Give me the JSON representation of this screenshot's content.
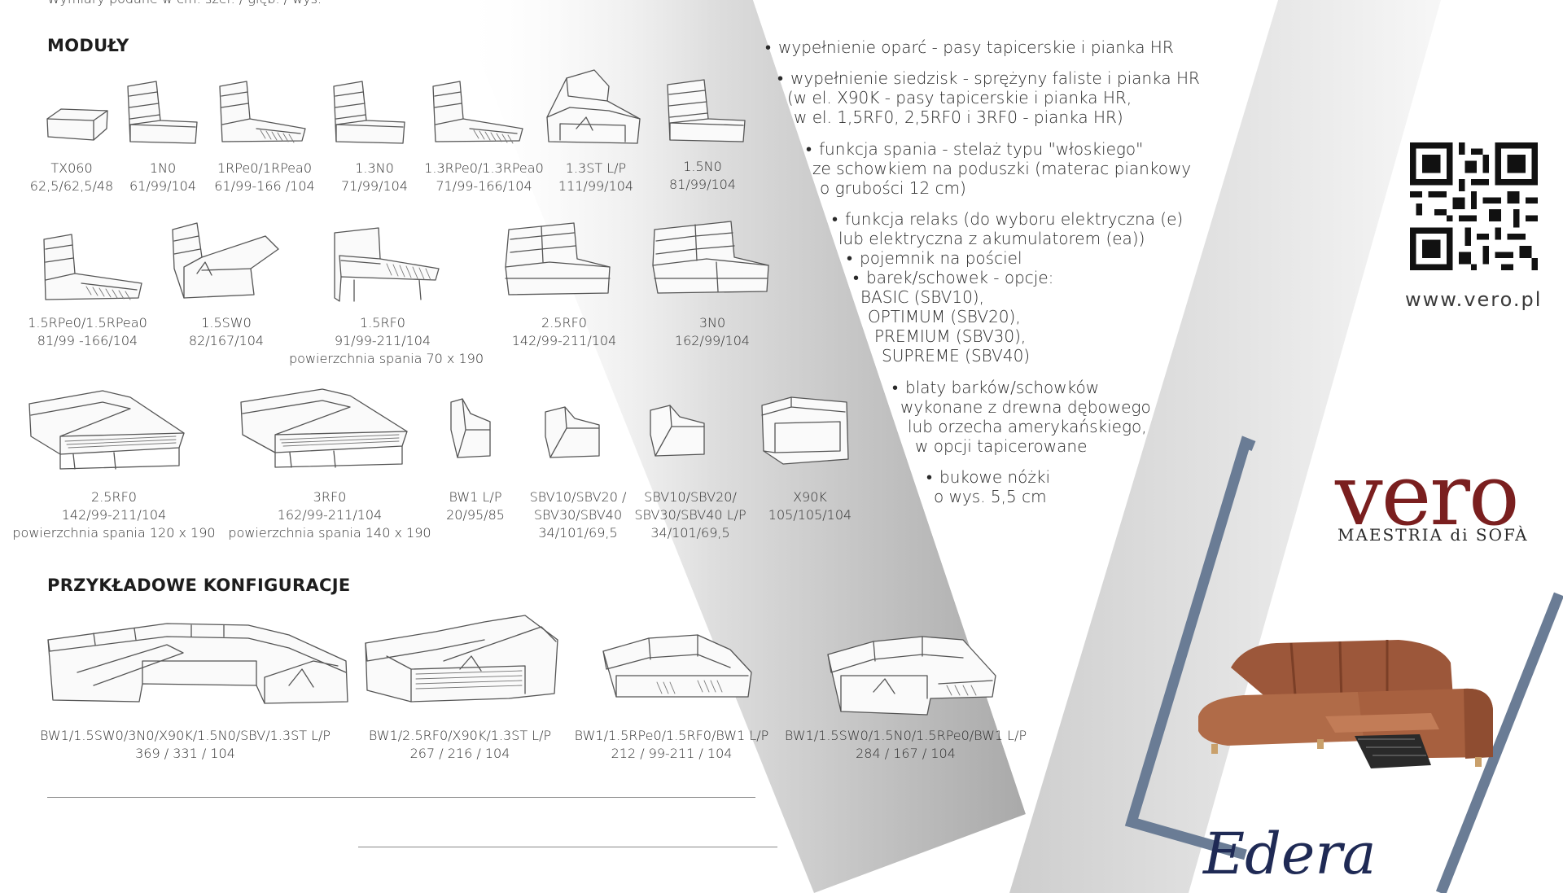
{
  "top_note": "Wymiary podane w cm: szer. / głęb. / wys.",
  "headings": {
    "modules": "MODUŁY",
    "configs": "PRZYKŁADOWE KONFIGURACJE"
  },
  "modules_row1": [
    {
      "code": "TX060",
      "dims": "62,5/62,5/48",
      "icon": "ottoman-icon"
    },
    {
      "code": "1N0",
      "dims": "61/99/104",
      "icon": "armless-seat-icon"
    },
    {
      "code": "1RPe0/1RPea0",
      "dims": "61/99-166 /104",
      "icon": "recliner-seat-icon"
    },
    {
      "code": "1.3N0",
      "dims": "71/99/104",
      "icon": "armless-seat-icon"
    },
    {
      "code": "1.3RPe0/1.3RPea0",
      "dims": "71/99-166/104",
      "icon": "recliner-seat-icon"
    },
    {
      "code": "1.3ST L/P",
      "dims": "111/99/104",
      "icon": "storage-seat-icon"
    },
    {
      "code": "1.5N0",
      "dims": "81/99/104",
      "icon": "armless-seat-icon"
    }
  ],
  "modules_row2": [
    {
      "code": "1.5RPe0/1.5RPea0",
      "dims": "81/99 -166/104",
      "icon": "recliner-seat-icon"
    },
    {
      "code": "1.5SW0",
      "dims": "82/167/104",
      "icon": "chaise-storage-icon"
    },
    {
      "code": "1.5RF0",
      "dims": "91/99-211/104",
      "extra": "powierzchnia spania 70 x 190",
      "icon": "sofa-bed-icon"
    },
    {
      "code": "2.5RF0",
      "dims": "142/99-211/104",
      "icon": "two-seat-icon"
    },
    {
      "code": "3N0",
      "dims": "162/99/104",
      "icon": "three-seat-icon"
    }
  ],
  "modules_row3": [
    {
      "code": "2.5RF0",
      "dims": "142/99-211/104",
      "extra": "powierzchnia spania 120 x 190",
      "icon": "bed-open-icon"
    },
    {
      "code": "3RF0",
      "dims": "162/99-211/104",
      "extra": "powierzchnia spania 140 x 190",
      "icon": "bed-open-icon"
    },
    {
      "code": "BW1 L/P",
      "dims": "20/95/85",
      "icon": "armrest-icon"
    },
    {
      "code": "SBV10/SBV20 /",
      "dims": "SBV30/SBV40",
      "extra": "34/101/69,5",
      "icon": "bar-armrest-icon"
    },
    {
      "code": "SBV10/SBV20/",
      "dims": "SBV30/SBV40 L/P",
      "extra": "34/101/69,5",
      "icon": "bar-armrest-icon"
    },
    {
      "code": "X90K",
      "dims": "105/105/104",
      "icon": "corner-seat-icon"
    }
  ],
  "configs": [
    {
      "code": "BW1/1.5SW0/3N0/X90K/1.5N0/SBV/1.3ST L/P",
      "dims": "369 / 331 / 104",
      "icon": "u-shape-sofa-icon"
    },
    {
      "code": "BW1/2.5RF0/X90K/1.3ST L/P",
      "dims": "267 / 216 / 104",
      "icon": "corner-sofa-bed-icon"
    },
    {
      "code": "BW1/1.5RPe0/1.5RF0/BW1 L/P",
      "dims": "212 / 99-211 / 104",
      "icon": "recliner-sofa-icon"
    },
    {
      "code": "BW1/1.5SW0/1.5N0/1.5RPe0/BW1 L/P",
      "dims": "284 / 167 / 104",
      "icon": "chaise-sofa-icon"
    }
  ],
  "features": [
    "wypełnienie oparć - pasy tapicerskie i pianka HR",
    "wypełnienie siedzisk - sprężyny faliste i pianka HR",
    "(w el. X90K - pasy tapicerskie i pianka HR,",
    "w el. 1,5RF0, 2,5RF0 i 3RF0 - pianka HR)",
    "funkcja spania - stelaż typu \"włoskiego\"",
    "ze schowkiem na poduszki (materac piankowy",
    "o grubości 12 cm)",
    "funkcja relaks (do wyboru elektryczna (e)",
    "lub elektryczna z akumulatorem (ea))",
    "pojemnik na pościel",
    "barek/schowek - opcje:",
    "BASIC (SBV10),",
    "OPTIMUM (SBV20),",
    "PREMIUM (SBV30),",
    "SUPREME (SBV40)",
    "blaty barków/schowków",
    "wykonane z drewna dębowego",
    "lub orzecha amerykańskiego,",
    "w opcji tapicerowane",
    "bukowe nóżki",
    "o wys. 5,5 cm"
  ],
  "brand": {
    "url": "www.vero.pl",
    "logo": "vero",
    "tagline": "MAESTRIA di SOFÀ",
    "product": "Edera"
  },
  "colors": {
    "logo": "#7a1f1f",
    "product_name": "#1f2a55",
    "frame": "#6a7c95",
    "sofa": "#a7603f"
  }
}
